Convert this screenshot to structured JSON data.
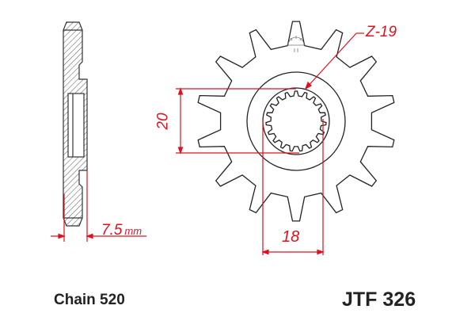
{
  "diagram": {
    "type": "front sprocket technical drawing",
    "colors": {
      "outline": "#222222",
      "dimension": "#e0101e",
      "hatch": "#555555"
    },
    "labels": {
      "spline_teeth": "Z-19",
      "height_dim": "20",
      "width_dim": "18",
      "thickness_value": "7.5",
      "thickness_unit": "mm"
    },
    "footer": {
      "chain": "Chain 520",
      "part_number": "JTF 326"
    },
    "sprocket": {
      "teeth": 14,
      "spline_teeth": 19
    }
  }
}
